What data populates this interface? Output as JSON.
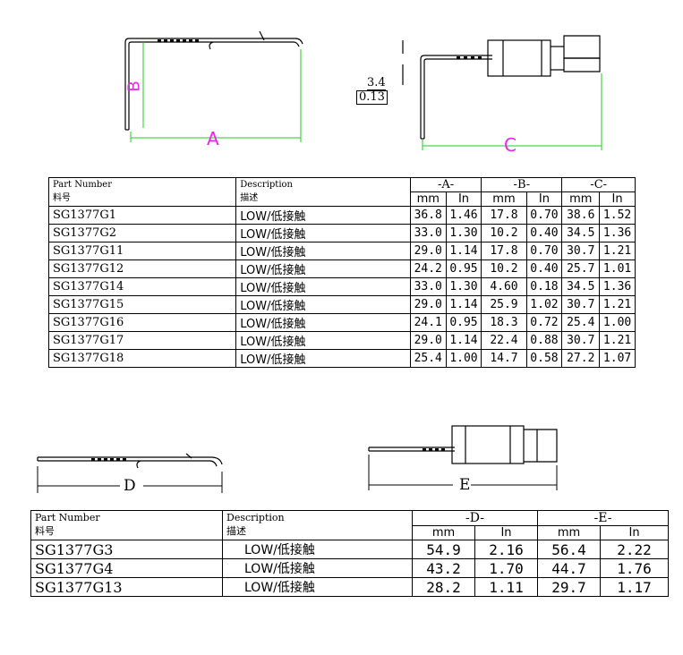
{
  "drawing": {
    "dim_A": "A",
    "dim_B": "B",
    "dim_C": "C",
    "dim_D": "D",
    "dim_E": "E",
    "offset_mm": "3.4",
    "offset_in": "0.13",
    "dimension_color": "#22cc22",
    "label_color": "#ee22ee"
  },
  "table1": {
    "col_part": "Part Number",
    "col_part_cn": "料号",
    "col_desc": "Description",
    "col_desc_cn": "描述",
    "group_a": "-A-",
    "group_b": "-B-",
    "group_c": "-C-",
    "unit_mm": "mm",
    "unit_in": "In",
    "rows": [
      {
        "part": "SG1377G1",
        "desc": "LOW/低接触",
        "a_mm": "36.8",
        "a_in": "1.46",
        "b_mm": "17.8",
        "b_in": "0.70",
        "c_mm": "38.6",
        "c_in": "1.52"
      },
      {
        "part": "SG1377G2",
        "desc": "LOW/低接触",
        "a_mm": "33.0",
        "a_in": "1.30",
        "b_mm": "10.2",
        "b_in": "0.40",
        "c_mm": "34.5",
        "c_in": "1.36"
      },
      {
        "part": "SG1377G11",
        "desc": "LOW/低接触",
        "a_mm": "29.0",
        "a_in": "1.14",
        "b_mm": "17.8",
        "b_in": "0.70",
        "c_mm": "30.7",
        "c_in": "1.21"
      },
      {
        "part": "SG1377G12",
        "desc": "LOW/低接触",
        "a_mm": "24.2",
        "a_in": "0.95",
        "b_mm": "10.2",
        "b_in": "0.40",
        "c_mm": "25.7",
        "c_in": "1.01"
      },
      {
        "part": "SG1377G14",
        "desc": "LOW/低接触",
        "a_mm": "33.0",
        "a_in": "1.30",
        "b_mm": "4.60",
        "b_in": "0.18",
        "c_mm": "34.5",
        "c_in": "1.36"
      },
      {
        "part": "SG1377G15",
        "desc": "LOW/低接触",
        "a_mm": "29.0",
        "a_in": "1.14",
        "b_mm": "25.9",
        "b_in": "1.02",
        "c_mm": "30.7",
        "c_in": "1.21"
      },
      {
        "part": "SG1377G16",
        "desc": "LOW/低接触",
        "a_mm": "24.1",
        "a_in": "0.95",
        "b_mm": "18.3",
        "b_in": "0.72",
        "c_mm": "25.4",
        "c_in": "1.00"
      },
      {
        "part": "SG1377G17",
        "desc": "LOW/低接触",
        "a_mm": "29.0",
        "a_in": "1.14",
        "b_mm": "22.4",
        "b_in": "0.88",
        "c_mm": "30.7",
        "c_in": "1.21"
      },
      {
        "part": "SG1377G18",
        "desc": "LOW/低接触",
        "a_mm": "25.4",
        "a_in": "1.00",
        "b_mm": "14.7",
        "b_in": "0.58",
        "c_mm": "27.2",
        "c_in": "1.07"
      }
    ]
  },
  "table2": {
    "col_part": "Part Number",
    "col_part_cn": "料号",
    "col_desc": "Description",
    "col_desc_cn": "描述",
    "group_d": "-D-",
    "group_e": "-E-",
    "unit_mm": "mm",
    "unit_in": "In",
    "rows": [
      {
        "part": "SG1377G3",
        "desc": "LOW/低接触",
        "d_mm": "54.9",
        "d_in": "2.16",
        "e_mm": "56.4",
        "e_in": "2.22"
      },
      {
        "part": "SG1377G4",
        "desc": "LOW/低接触",
        "d_mm": "43.2",
        "d_in": "1.70",
        "e_mm": "44.7",
        "e_in": "1.76"
      },
      {
        "part": "SG1377G13",
        "desc": "LOW/低接触",
        "d_mm": "28.2",
        "d_in": "1.11",
        "e_mm": "29.7",
        "e_in": "1.17"
      }
    ]
  }
}
